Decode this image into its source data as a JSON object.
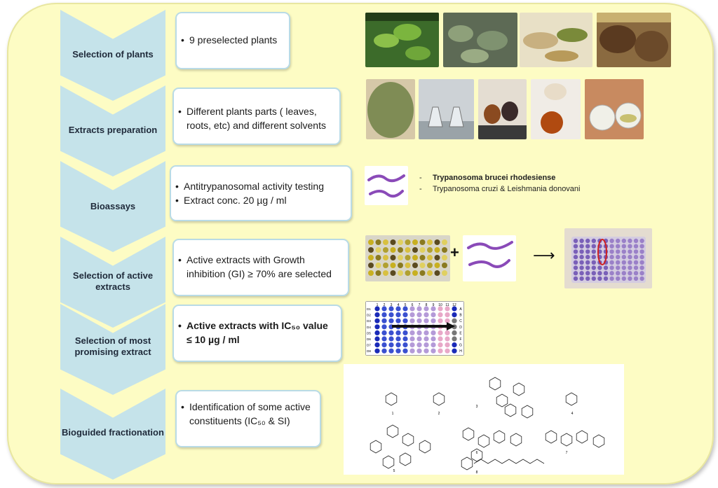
{
  "stages": [
    {
      "label": "Selection of plants",
      "bullets": [
        "9 preselected plants"
      ]
    },
    {
      "label": "Extracts preparation",
      "bullets": [
        "Different plants parts ( leaves, roots, etc) and different solvents"
      ]
    },
    {
      "label": "Bioassays",
      "bullets": [
        "Antitrypanosomal activity testing",
        "Extract conc. 20 µg / ml"
      ]
    },
    {
      "label": "Selection of active extracts",
      "bullets": [
        "Active extracts with Growth inhibition (GI) ≥ 70% are selected"
      ]
    },
    {
      "label": "Selection of most promising extract",
      "bullets": [
        "Active extracts with IC₅₀ value ≤ 10 µg / ml"
      ]
    },
    {
      "label": "Bioguided fractionation",
      "bullets": [
        "Identification of some active constituents (IC₅₀ & SI)"
      ]
    }
  ],
  "parasites": {
    "item1": "Trypanosoma brucei rhodesiense",
    "item2": "Trypanosoma cruzi & Leishmania donovani"
  },
  "symbols": {
    "plus": "+",
    "arrow": "⟶"
  },
  "plate_rows": [
    "A",
    "B",
    "C",
    "D",
    "E",
    "F",
    "G",
    "H"
  ],
  "plate_cols": [
    "1",
    "2",
    "3",
    "4",
    "5",
    "6",
    "7",
    "8",
    "9",
    "10",
    "11",
    "12"
  ],
  "plate_left_labels": [
    "D1",
    "D2",
    "D3",
    "D4",
    "D5",
    "D6",
    "D7",
    "D8"
  ],
  "structures": [
    "1",
    "2",
    "3",
    "4",
    "5",
    "6",
    "7",
    "8"
  ]
}
